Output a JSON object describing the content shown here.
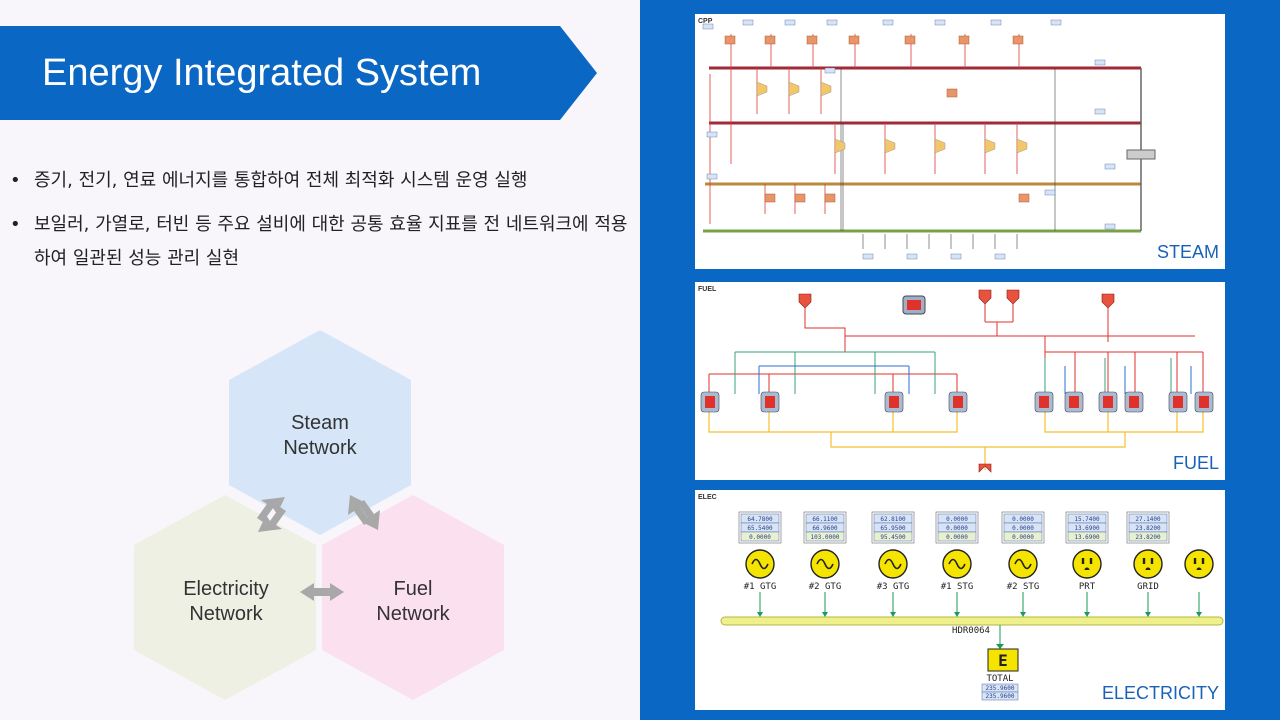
{
  "slide": {
    "title": "Energy Integrated System",
    "bullets": [
      "증기, 전기, 연료 에너지를 통합하여 전체 최적화 시스템 운영 실행",
      "보일러, 가열로, 터빈 등 주요 설비에 대한 공통 효율 지표를 전 네트워크에 적용하여 일관된 성능 관리 실현"
    ],
    "bullet_marker": "•"
  },
  "hexagons": {
    "steam": {
      "line1": "Steam",
      "line2": "Network",
      "color": "#d6e6f8"
    },
    "electricity": {
      "line1": "Electricity",
      "line2": "Network",
      "color": "#eef0e3"
    },
    "fuel": {
      "line1": "Fuel",
      "line2": "Network",
      "color": "#fbe0f0"
    }
  },
  "panels": {
    "steam": {
      "tag": "CPP",
      "label": "STEAM"
    },
    "fuel": {
      "tag": "FUEL",
      "label": "FUEL"
    },
    "elec": {
      "tag": "ELEC",
      "label": "ELECTRICITY",
      "bus": "HDR0064",
      "total_symbol": "E",
      "total_label": "TOTAL",
      "total_values": [
        "235.9600",
        "235.9600"
      ],
      "generators": [
        {
          "name": "#1 GTG",
          "values": [
            "64.7800",
            "65.5400",
            "0.0000"
          ],
          "type": "ac"
        },
        {
          "name": "#2 GTG",
          "values": [
            "66.1100",
            "66.9600",
            "103.0000"
          ],
          "type": "ac"
        },
        {
          "name": "#3 GTG",
          "values": [
            "62.8100",
            "65.9500",
            "95.4500"
          ],
          "type": "ac"
        },
        {
          "name": "#1 STG",
          "values": [
            "0.0000",
            "0.0000",
            "0.0000"
          ],
          "type": "ac"
        },
        {
          "name": "#2 STG",
          "values": [
            "0.0000",
            "0.0000",
            "0.0000"
          ],
          "type": "ac"
        },
        {
          "name": "PRT",
          "values": [
            "15.7400",
            "13.6900",
            "13.6900"
          ],
          "type": "plug"
        },
        {
          "name": "GRID",
          "values": [
            "27.1400",
            "23.8200",
            "23.8200"
          ],
          "type": "plug"
        },
        {
          "name": "",
          "values": [],
          "type": "plug"
        }
      ]
    }
  },
  "colors": {
    "banner": "#0a67c3",
    "right_bg": "#0a67c3",
    "steam_header": "#a02a36",
    "fuel_red": "#e0312b",
    "fuel_green": "#3aa07a",
    "fuel_blue": "#2f6fd0",
    "fuel_yellow": "#f2c12e",
    "elec_bus": "#f0f08a"
  }
}
